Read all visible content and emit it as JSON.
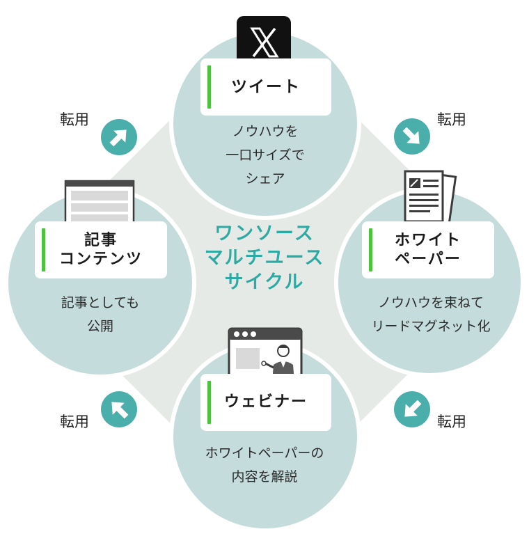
{
  "center": {
    "line1": "ワンソース",
    "line2": "マルチユース",
    "line3": "サイクル"
  },
  "nodes": {
    "top": {
      "title": "ツイート",
      "desc": "ノウハウを\n一口サイズで\nシェア",
      "icon": "x-logo-icon"
    },
    "right": {
      "title": "ホワイト\nペーパー",
      "desc": "ノウハウを束ねて\nリードマグネット化",
      "icon": "document-icon"
    },
    "bottom": {
      "title": "ウェビナー",
      "desc": "ホワイトペーパーの\n内容を解説",
      "icon": "webinar-presenter-icon"
    },
    "left": {
      "title": "記事\nコンテンツ",
      "desc": "記事としても\n公開",
      "icon": "article-page-icon"
    }
  },
  "arrows": {
    "top_left": "転用",
    "top_right": "転用",
    "bottom_right": "転用",
    "bottom_left": "転用"
  },
  "colors": {
    "circle": "#c5dcdc",
    "background_shape": "#e6eae7",
    "accent_bar": "#4cc23f",
    "center_text": "#2eaaa4",
    "arrow": "#4aaeab"
  }
}
